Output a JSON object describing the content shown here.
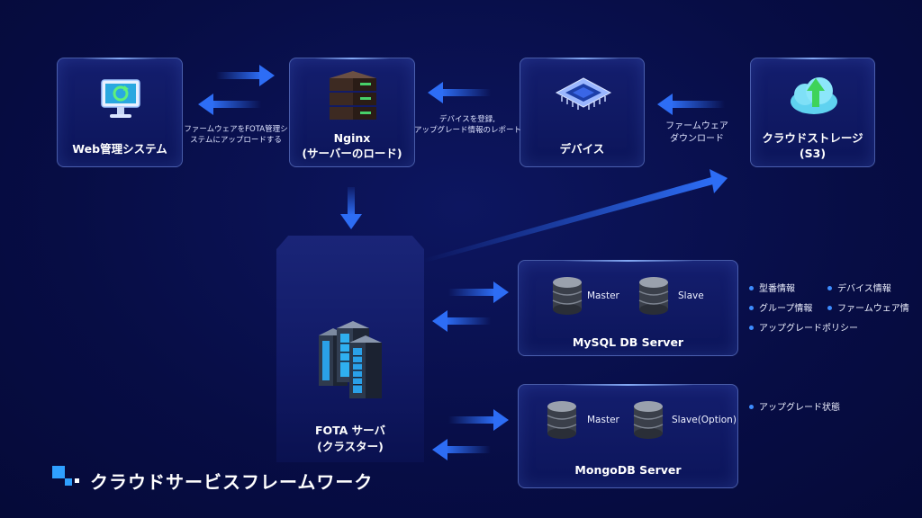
{
  "nodes": {
    "web": {
      "label": "Web管理システム"
    },
    "nginx": {
      "line1": "Nginx",
      "line2": "(サーバーのロード)"
    },
    "device": {
      "label": "デバイス"
    },
    "cloud": {
      "line1": "クラウドストレージ",
      "line2": "(S3)"
    },
    "fota": {
      "line1": "FOTA サーバ",
      "line2": "(クラスター)"
    },
    "mysql": {
      "label": "MySQL DB Server",
      "master": "Master",
      "slave": "Slave"
    },
    "mongo": {
      "label": "MongoDB Server",
      "master": "Master",
      "slave": "Slave(Option)"
    }
  },
  "notes": {
    "upload": [
      "ファームウェアをFOTA管理シ",
      "ステムにアップロードする"
    ],
    "register": [
      "デバイスを登録,",
      "アップグレード情報のレポート"
    ],
    "download": [
      "ファームウェア",
      "ダウンロード"
    ]
  },
  "mysql_legend": [
    "型番情報",
    "デバイス情報",
    "グループ情報",
    "ファームウェア情",
    "アップグレードポリシー"
  ],
  "mongo_legend": [
    "アップグレード状態"
  ],
  "footer": {
    "title": "クラウドサービスフレームワーク"
  },
  "colors": {
    "background": "#070d45",
    "box": "#111a66",
    "arrow": "#2d6df5",
    "accent": "#2fa0ff"
  }
}
